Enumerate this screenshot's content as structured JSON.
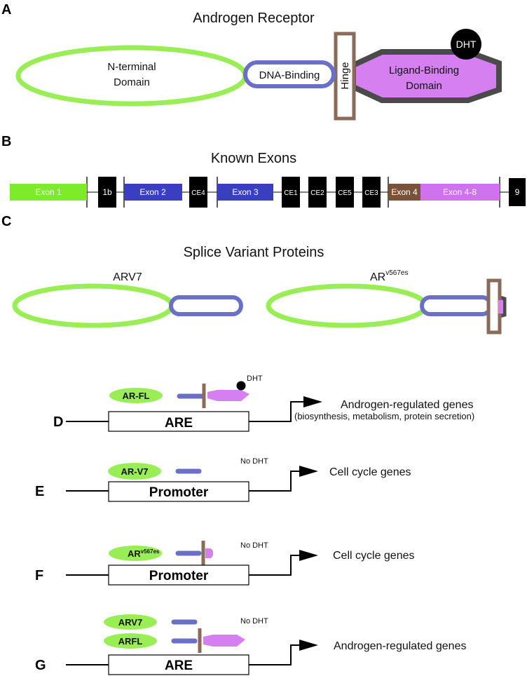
{
  "colors": {
    "ntd": "#99ee55",
    "dbd": "#6a70c8",
    "hinge": "#8c6a58",
    "lbd_fill": "#d67ff0",
    "lbd_border": "#4a4a4a",
    "black": "#000000"
  },
  "panels": {
    "a": "A",
    "b": "B",
    "c": "C",
    "d": "D",
    "e": "E",
    "f": "F",
    "g": "G"
  },
  "a": {
    "title": "Androgen Receptor",
    "ntd_line1": "N-terminal",
    "ntd_line2": "Domain",
    "dbd": "DNA-Binding",
    "hinge": "Hinge",
    "lbd_line1": "Ligand-Binding",
    "lbd_line2": "Domain",
    "dht": "DHT"
  },
  "b": {
    "title": "Known Exons",
    "exon1": "Exon 1",
    "e1b": "1b",
    "exon2": "Exon 2",
    "ce4": "CE4",
    "exon3": "Exon 3",
    "ce1": "CE1",
    "ce2": "CE2",
    "ce5": "CE5",
    "ce3": "CE3",
    "exon4": "Exon 4",
    "exon48": "Exon 4-8",
    "e9": "9"
  },
  "c": {
    "title": "Splice Variant Proteins",
    "arv7": "ARV7",
    "ar_base": "AR",
    "ar_sup": "v567es"
  },
  "d": {
    "protein": "AR-FL",
    "dht": "DHT",
    "box": "ARE",
    "target": "Androgen-regulated genes",
    "detail": "(biosynthesis, metabolism, protein secretion)"
  },
  "e": {
    "protein": "AR-V7",
    "nodht": "No DHT",
    "box": "Promoter",
    "target": "Cell cycle genes"
  },
  "f": {
    "protein_base": "AR",
    "protein_sup": "v567es",
    "nodht": "No DHT",
    "box": "Promoter",
    "target": "Cell cycle genes"
  },
  "g": {
    "protein1": "ARV7",
    "protein2": "ARFL",
    "nodht": "No DHT",
    "box": "ARE",
    "target": "Androgen-regulated genes"
  }
}
